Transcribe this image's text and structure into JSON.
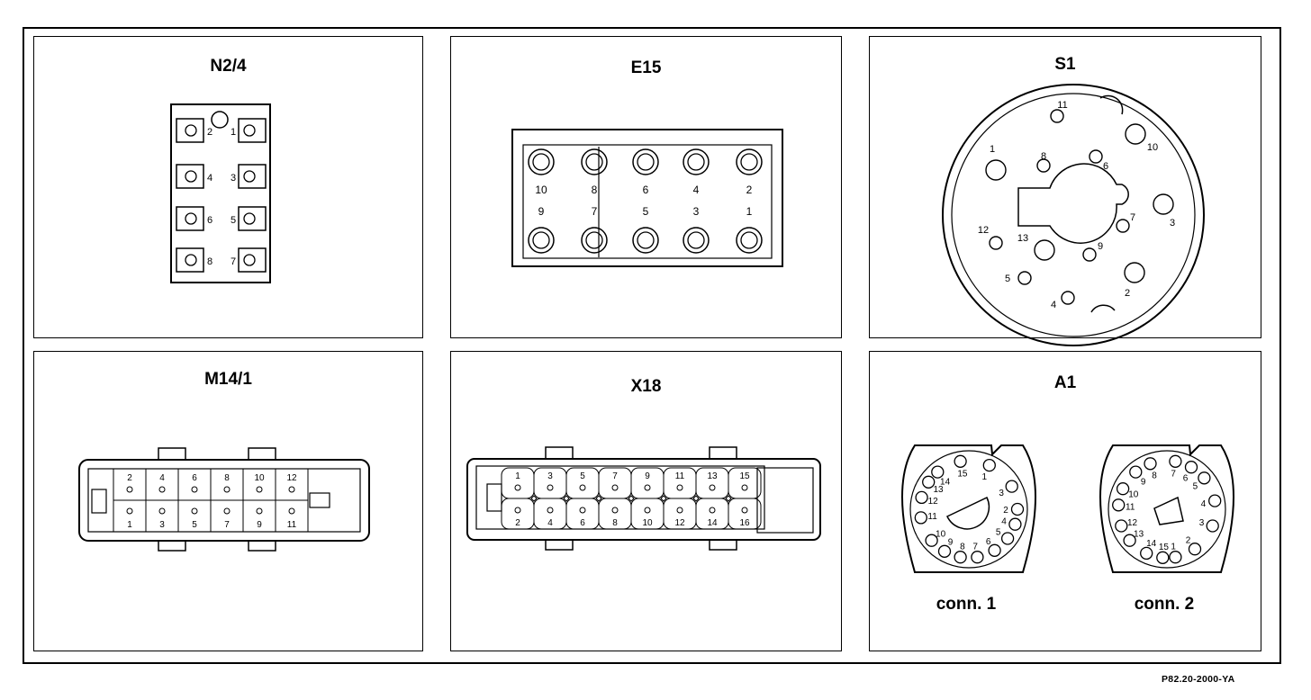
{
  "panels": {
    "n2_4": {
      "title": "N2/4",
      "pins": [
        "1",
        "2",
        "3",
        "4",
        "5",
        "6",
        "7",
        "8"
      ]
    },
    "e15": {
      "title": "E15",
      "pins": [
        "1",
        "2",
        "3",
        "4",
        "5",
        "6",
        "7",
        "8",
        "9",
        "10"
      ]
    },
    "s1": {
      "title": "S1",
      "pins": [
        "1",
        "2",
        "3",
        "4",
        "5",
        "6",
        "7",
        "8",
        "9",
        "10",
        "11",
        "12",
        "13"
      ]
    },
    "m14_1": {
      "title": "M14/1",
      "pins": [
        "1",
        "2",
        "3",
        "4",
        "5",
        "6",
        "7",
        "8",
        "9",
        "10",
        "11",
        "12"
      ]
    },
    "x18": {
      "title": "X18",
      "pins": [
        "1",
        "2",
        "3",
        "4",
        "5",
        "6",
        "7",
        "8",
        "9",
        "10",
        "11",
        "12",
        "13",
        "14",
        "15",
        "16"
      ]
    },
    "a1": {
      "title": "A1",
      "connectors": [
        {
          "label": "conn. 1",
          "pins": [
            "1",
            "2",
            "3",
            "4",
            "5",
            "6",
            "7",
            "8",
            "9",
            "10",
            "11",
            "12",
            "13",
            "14",
            "15"
          ]
        },
        {
          "label": "conn. 2",
          "pins": [
            "1",
            "2",
            "3",
            "4",
            "5",
            "6",
            "7",
            "8",
            "9",
            "10",
            "11",
            "12",
            "13",
            "14",
            "15"
          ]
        }
      ]
    }
  },
  "reference": "P82.20-2000-YA"
}
